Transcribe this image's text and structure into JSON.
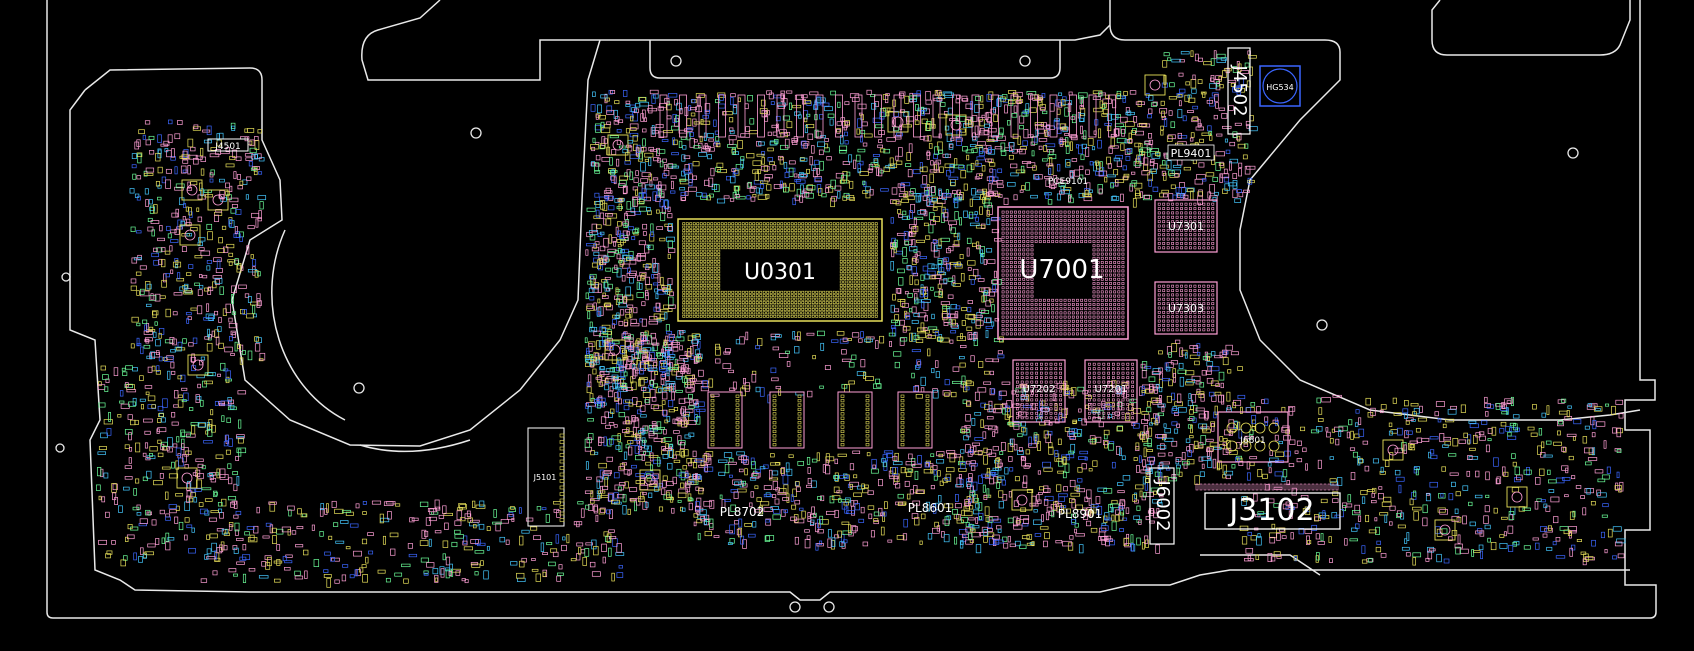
{
  "colors": {
    "background": "#000000",
    "outline": "#ffffff",
    "pink": "#ff9fd6",
    "yellow": "#e8e05a",
    "cyan": "#44c8ff",
    "green": "#6cff9a",
    "blue": "#3b66ff",
    "orange": "#ff9a4a"
  },
  "labels": {
    "u0301": "U0301",
    "u7001": "U7001",
    "u7301": "U7301",
    "u7303": "U7303",
    "j3102": "J3102",
    "j6002": "J6002",
    "j4502": "J4502",
    "j4501": "J4501",
    "j5101": "J5101",
    "hg534": "HG534",
    "pl9401": "PL9401",
    "pce9101": "PCE9101",
    "pl8702": "PL8702",
    "pl8601": "PL8601",
    "pl8901": "PL8901",
    "u7202": "U7202",
    "u7201": "U7201",
    "j6601": "J6601"
  }
}
